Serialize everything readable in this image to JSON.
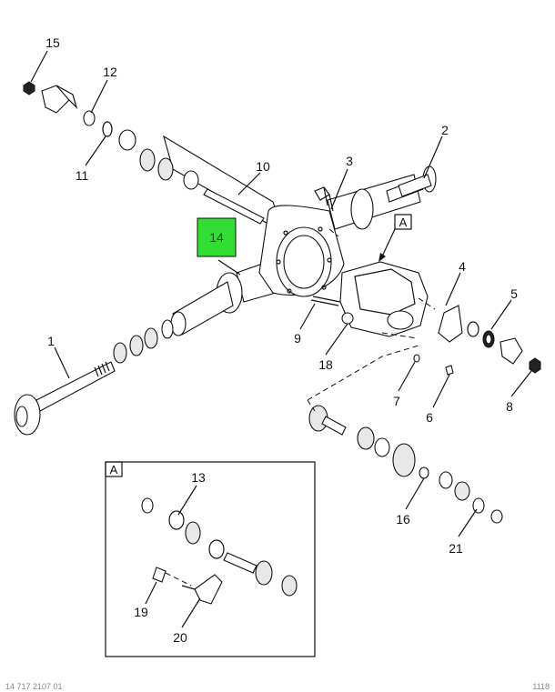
{
  "callouts": {
    "c1": "1",
    "c2": "2",
    "c3": "3",
    "c4": "4",
    "c5": "5",
    "c6": "6",
    "c7": "7",
    "c8": "8",
    "c9": "9",
    "c10": "10",
    "c11": "11",
    "c12": "12",
    "c13": "13",
    "c14": "14",
    "c15": "15",
    "c16": "16",
    "c18": "18",
    "c19": "19",
    "c20": "20",
    "c21": "21"
  },
  "detail_label": "A",
  "inset_label": "A",
  "highlight_color": "#33dd33",
  "footer": {
    "left": "14 717 2107 01",
    "right": "1118"
  }
}
